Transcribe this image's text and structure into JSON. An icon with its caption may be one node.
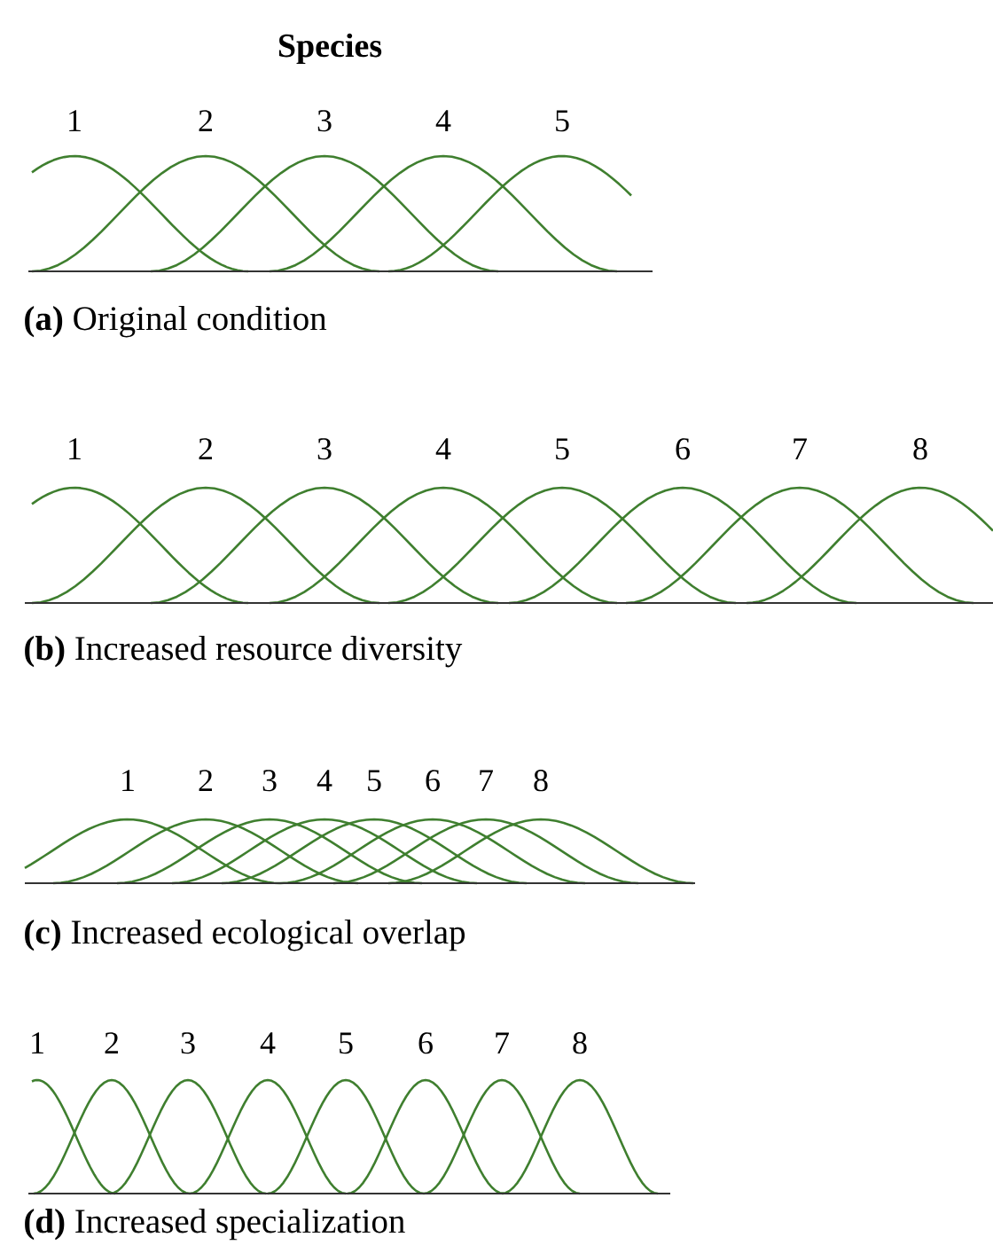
{
  "diagram": {
    "title": "Species",
    "labels": [
      "1",
      "2",
      "3",
      "4",
      "5",
      "**(a)** Original condition",
      "1",
      "2",
      "3",
      "4",
      "5",
      "6",
      "7",
      "8",
      "**(b)** Increased resource diversity",
      "1",
      "2",
      "3",
      "4",
      "5",
      "6",
      "7",
      "8",
      "**(c)** Increased ecological overlap",
      "1",
      "2",
      "3",
      "4",
      "5",
      "6",
      "7",
      "8",
      "**(d)** Increased specialization"
    ]
  }
}
